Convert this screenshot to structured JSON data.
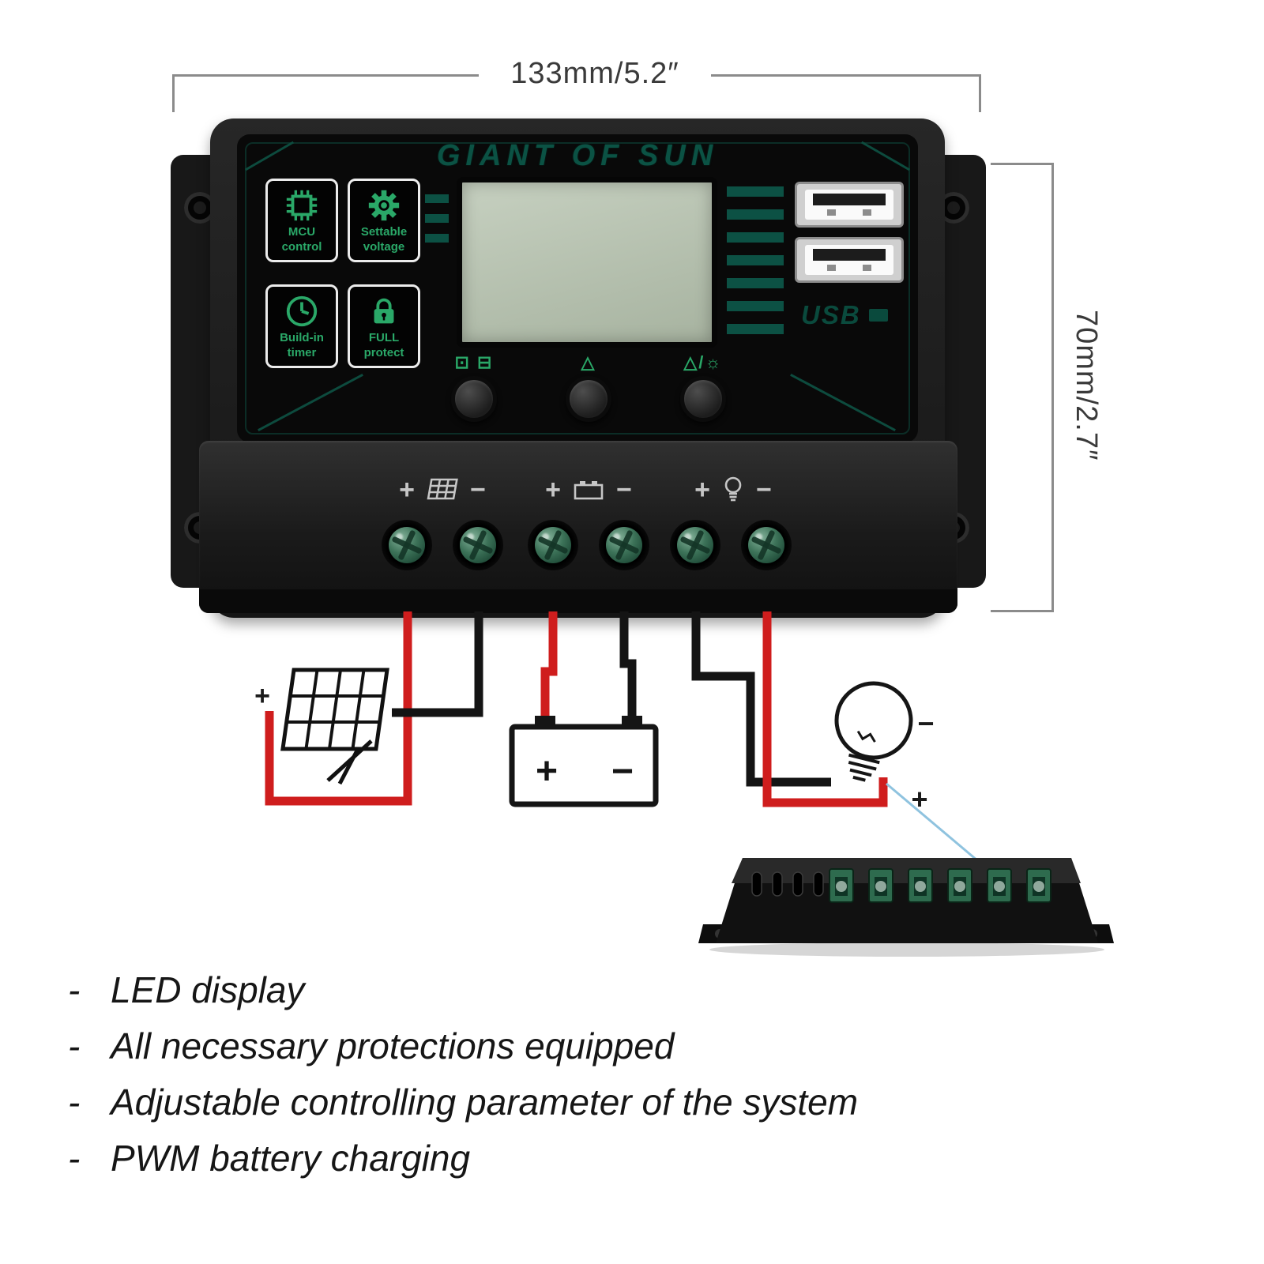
{
  "meta": {
    "background": "#ffffff",
    "accent_teal": "#0b5244",
    "badge_green": "#2aa868",
    "lcd_green": "#b7c2b1",
    "wire_red": "#cf1d1d",
    "wire_black": "#141414"
  },
  "dimensions": {
    "width_label": "133mm/5.2″",
    "height_label": "70mm/2.7″"
  },
  "device": {
    "brand": "GIANT OF SUN",
    "features": [
      {
        "line1": "MCU",
        "line2": "control"
      },
      {
        "line1": "Settable",
        "line2": "voltage"
      },
      {
        "line1": "Build-in",
        "line2": "timer"
      },
      {
        "line1": "FULL",
        "line2": "protect"
      }
    ],
    "usb_label": "USB",
    "button_symbols": {
      "left": "⊡ ⊟",
      "middle": "△",
      "right": "△/☼"
    },
    "terminals": {
      "solar": {
        "plus": "+",
        "minus": "−"
      },
      "battery": {
        "plus": "+",
        "minus": "−"
      },
      "load": {
        "plus": "+",
        "minus": "−"
      }
    }
  },
  "wiring": {
    "solar_plus": "+",
    "battery_plus": "+",
    "battery_minus": "−",
    "bulb_minus": "−",
    "bulb_plus": "+"
  },
  "features_list": {
    "bullet": "-",
    "items": [
      "LED display",
      "All necessary protections equipped",
      "Adjustable controlling parameter of the system",
      "PWM battery charging"
    ]
  }
}
